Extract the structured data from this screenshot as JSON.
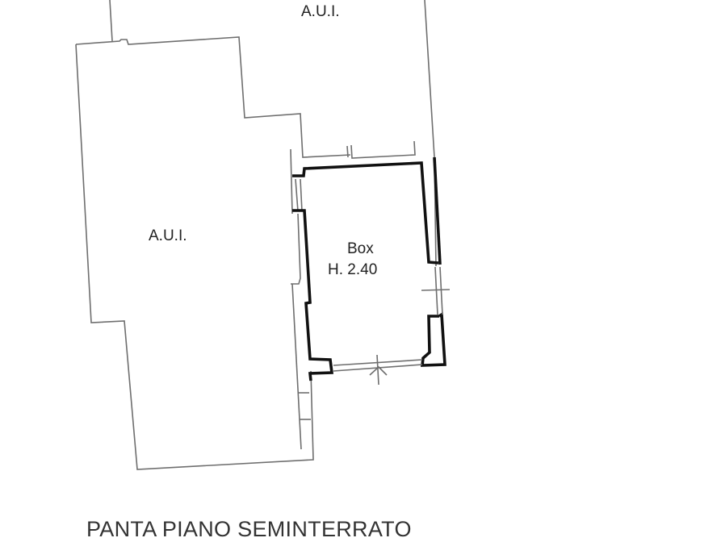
{
  "drawing": {
    "title": "PANTA PIANO SEMINTERRATO",
    "rooms": [
      {
        "id": "aui-top",
        "label": "A.U.I."
      },
      {
        "id": "aui-left",
        "label": "A.U.I."
      },
      {
        "id": "box",
        "label": "Box",
        "height_label": "H. 2.40"
      }
    ],
    "colors": {
      "background": "#ffffff",
      "thin_line": "#6e6e6e",
      "thick_wall": "#111111",
      "text": "#222222"
    }
  }
}
